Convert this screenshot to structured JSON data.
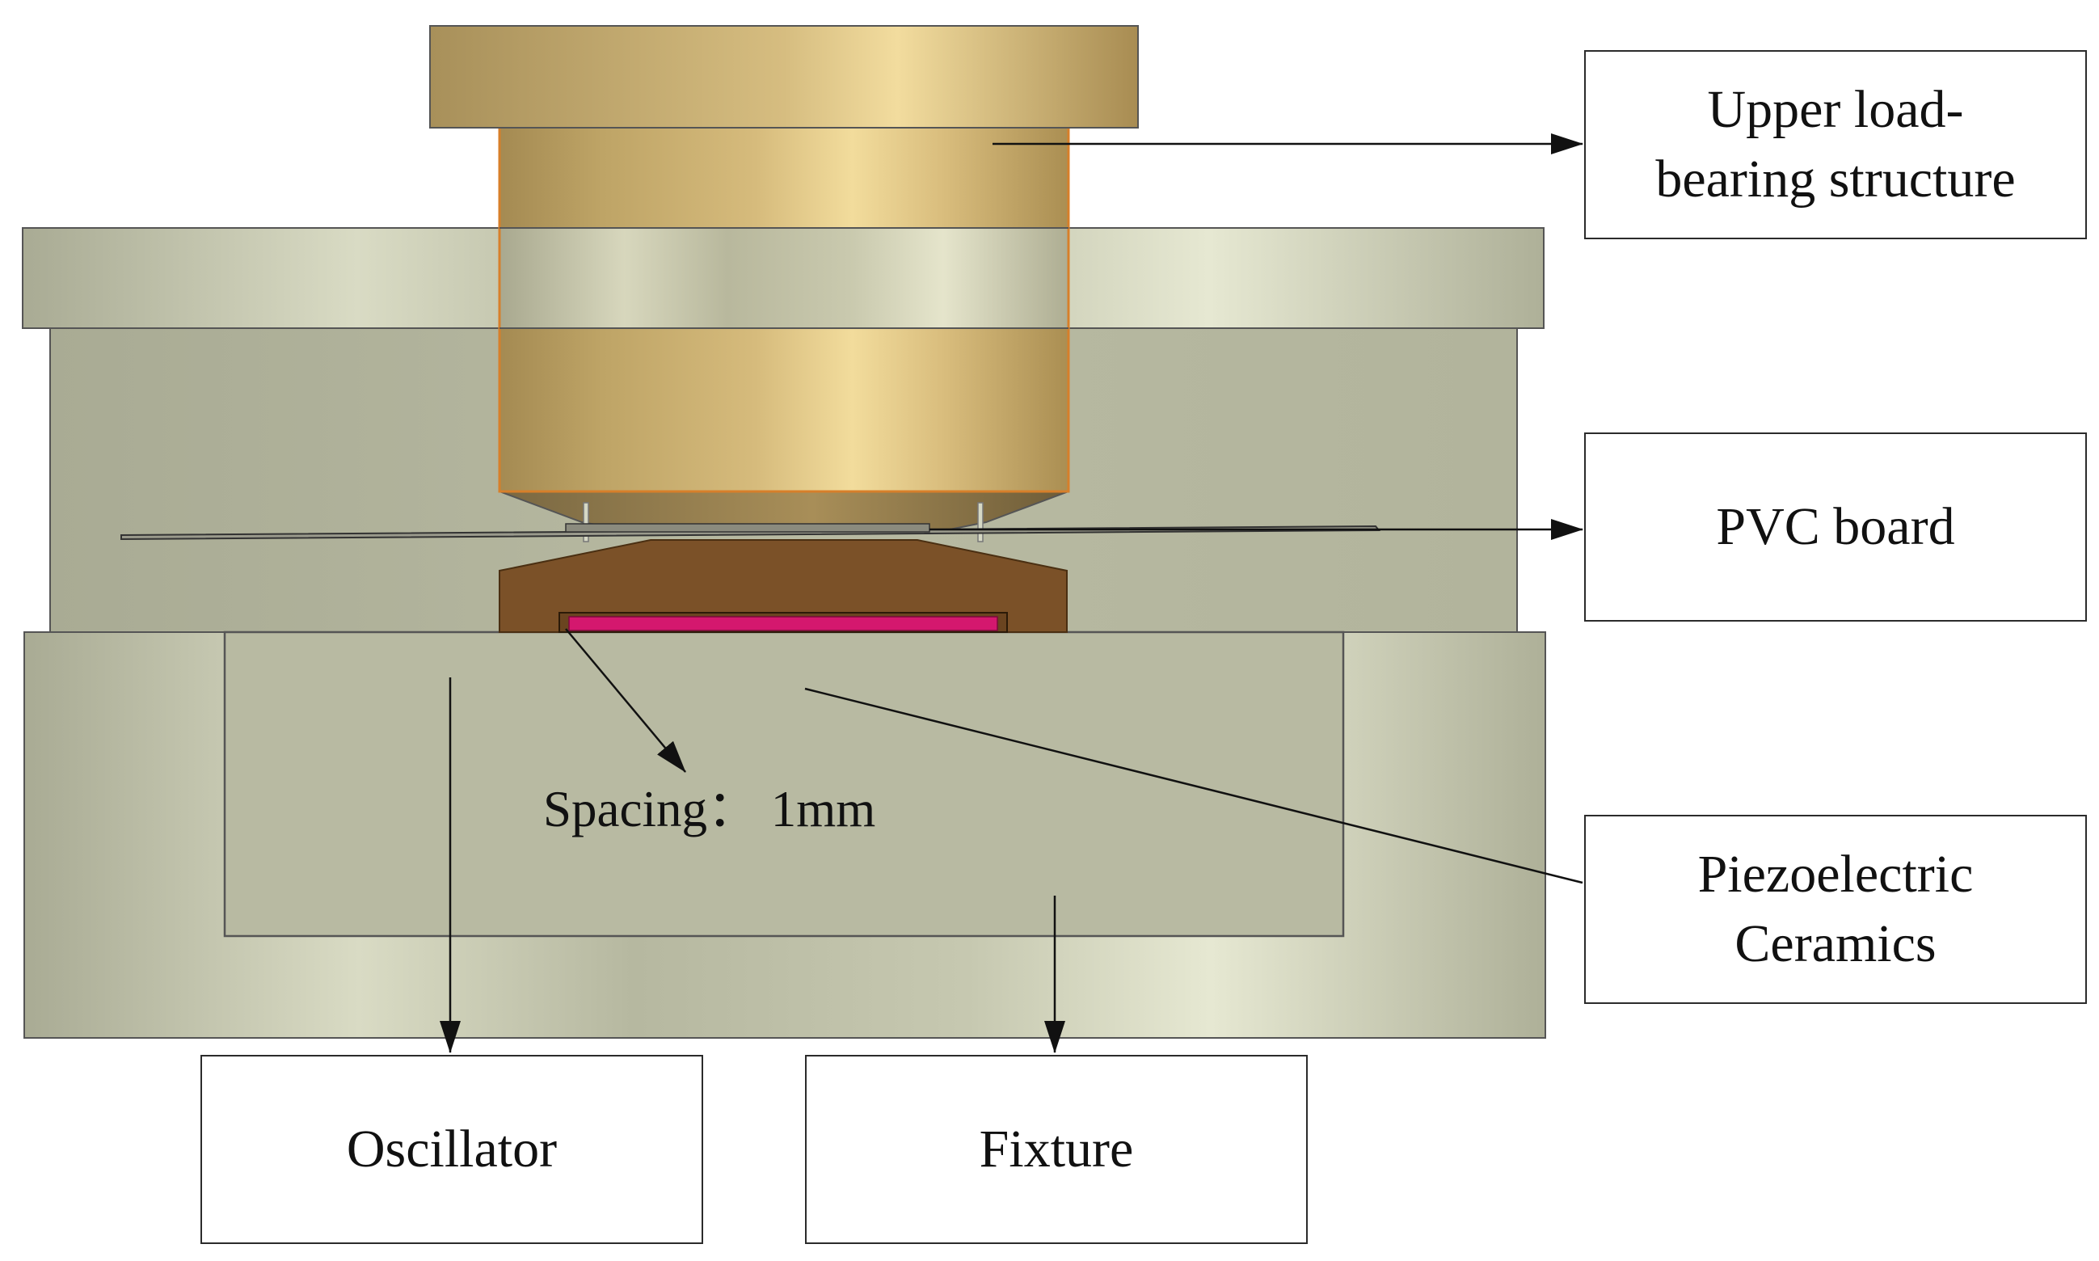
{
  "labels": {
    "upper_load_line1": "Upper load-",
    "upper_load_line2": "bearing structure",
    "pvc_board": "PVC board",
    "piezo_line1": "Piezoelectric",
    "piezo_line2": "Ceramics",
    "oscillator": "Oscillator",
    "fixture": "Fixture",
    "spacing": "Spacing： 1mm"
  },
  "colors": {
    "bronze": "#c2a464",
    "gray_body": "#b6b8a0",
    "brown_support": "#7b5128",
    "piezo_magenta": "#d4186e",
    "line": "#2b2b2b",
    "outline_orange": "#d77f2a"
  }
}
